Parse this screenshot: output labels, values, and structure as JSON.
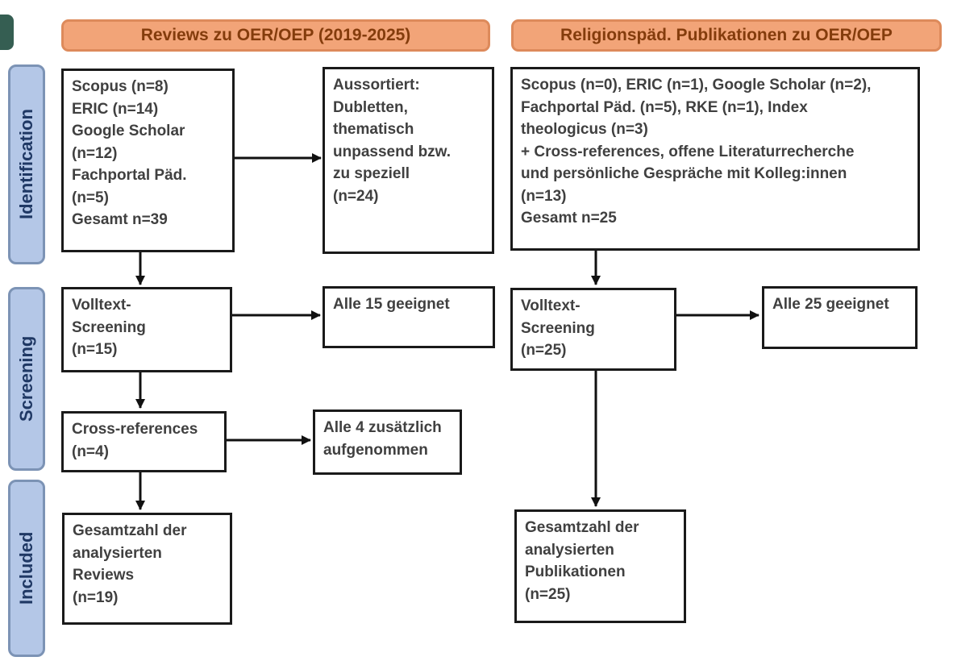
{
  "headers": {
    "left": "Reviews zu OER/OEP (2019-2025)",
    "right": "Religionspäd. Publikationen zu OER/OEP"
  },
  "stages": {
    "identification": "Identification",
    "screening": "Screening",
    "included": "Included"
  },
  "left_column": {
    "sources": "Scopus (n=8)\nERIC (n=14)\nGoogle Scholar\n(n=12)\nFachportal Päd.\n(n=5)\nGesamt n=39",
    "sorted_out": "Aussortiert:\nDubletten,\nthematisch\nunpassend bzw.\nzu speziell\n(n=24)",
    "fulltext_screening": "Volltext-\nScreening\n(n=15)",
    "eligible": "Alle 15 geeignet",
    "cross_references": "Cross-references\n(n=4)",
    "cross_references_result": "Alle 4 zusätzlich\naufgenommen",
    "total": "Gesamtzahl der\nanalysierten\nReviews\n(n=19)"
  },
  "right_column": {
    "sources": "Scopus (n=0), ERIC (n=1), Google Scholar (n=2),\nFachportal Päd. (n=5), RKE (n=1), Index\ntheologicus (n=3)\n+ Cross-references, offene Literaturrecherche\nund persönliche Gespräche mit Kolleg:innen\n(n=13)\nGesamt n=25",
    "fulltext_screening": "Volltext-\nScreening\n(n=25)",
    "eligible": "Alle 25 geeignet",
    "total": "Gesamtzahl der\nanalysierten\nPublikationen\n(n=25)"
  },
  "colors": {
    "page_bg": "#ffffff",
    "header_fill": "#f2a478",
    "header_border": "#dd8a5b",
    "header_text": "#843c0c",
    "stage_fill": "#b4c7e7",
    "stage_border": "#7c93b5",
    "stage_text": "#1f3864",
    "box_fill": "#ffffff",
    "box_border": "#1a1a1a",
    "box_text": "#404040",
    "arrow": "#111111",
    "corner_square": "#355e52"
  }
}
